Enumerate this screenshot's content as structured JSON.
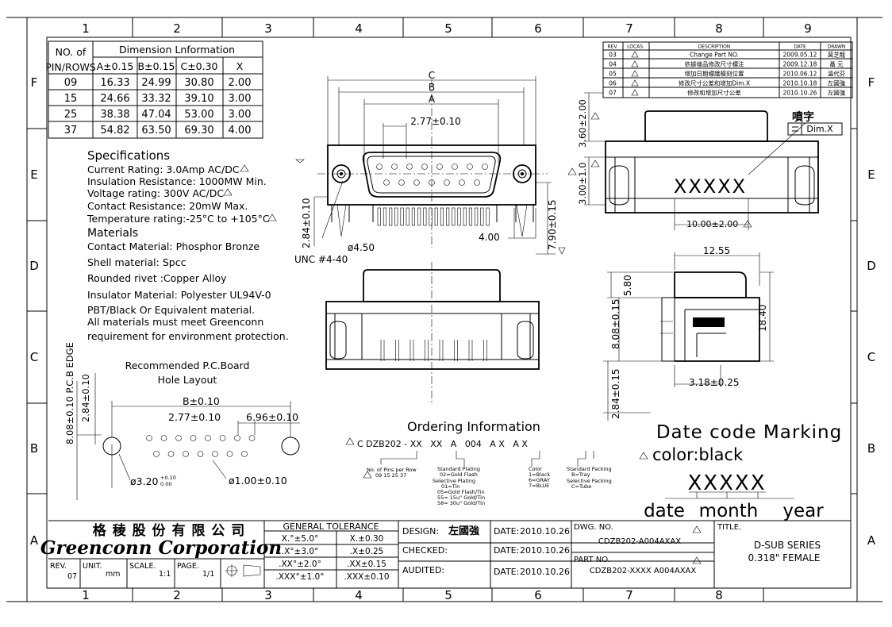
{
  "border": {
    "columns_top": [
      "1",
      "2",
      "3",
      "4",
      "5",
      "6",
      "7",
      "8",
      "9"
    ],
    "columns_bottom": [
      "1",
      "2",
      "3",
      "4",
      "5",
      "6",
      "7",
      "8"
    ],
    "rows": [
      "F",
      "E",
      "D",
      "C",
      "B",
      "A"
    ]
  },
  "dimension_table": {
    "header_no": "NO. of",
    "header_pinrows": "PIN/ROWS",
    "header_title": "Dimension Lnformation",
    "cols": [
      "A±0.15",
      "B±0.15",
      "C±0.30",
      "X"
    ],
    "rows": [
      [
        "09",
        "16.33",
        "24.99",
        "30.80",
        "2.00"
      ],
      [
        "15",
        "24.66",
        "33.32",
        "39.10",
        "3.00"
      ],
      [
        "25",
        "38.38",
        "47.04",
        "53.00",
        "3.00"
      ],
      [
        "37",
        "54.82",
        "63.50",
        "69.30",
        "4.00"
      ]
    ]
  },
  "revision_table": {
    "headers": [
      "REV.",
      "LOCAS.",
      "DESCRIPTION",
      "DATE",
      "DRAWN"
    ],
    "rows": [
      [
        "03",
        "",
        "Change Part NO.",
        "2009.05.12",
        "莫芝龍"
      ],
      [
        "04",
        "",
        "依據樣品修改尺寸標注",
        "2009.12.18",
        "聶 元"
      ],
      [
        "05",
        "",
        "增加日期標識模刻位置",
        "2010.06.12",
        "溫代芬"
      ],
      [
        "06",
        "",
        "修改尺寸公差和增加Dim.X",
        "2010.10.18",
        "左國強"
      ],
      [
        "07",
        "",
        "修改和增加尺寸公差",
        "2010.10.26",
        "左國強"
      ]
    ]
  },
  "specs": {
    "title": "Specifications",
    "lines": [
      "Current Rating: 3.0Amp AC/DC",
      "Insulation Resistance: 1000MW Min.",
      "Voltage rating: 300V AC/DC",
      "Contact Resistance: 20mW Max.",
      "Temperature rating:-25°C to +105°C"
    ],
    "materials_title": "Materials",
    "materials": [
      "Contact Material: Phosphor Bronze",
      "Shell material: Spcc",
      "Rounded rivet :Copper Alloy",
      "Insulator Material: Polyester UL94V-0",
      "PBT/Black  Or Equivalent material.",
      "All materials must meet Greenconn",
      "requirement for environment protection."
    ]
  },
  "front_view": {
    "C": "C",
    "B": "B",
    "A": "A",
    "pitch": "2.77±0.10",
    "dim_284": "2.84±0.10",
    "dim_450": "ø4.50",
    "unc": "UNC #4-40",
    "dim_400": "4.00",
    "dim_790": "7.90±0.15"
  },
  "side_view": {
    "dim_360": "3.60±2.00",
    "dim_300": "3.00±1.0",
    "dim_1000": "10.00±2.00",
    "marking": "XXXXX",
    "spray_label": "噴字",
    "dimx": "Dim.X"
  },
  "right_view": {
    "dim_1255": "12.55",
    "dim_580": "5.80",
    "dim_808": "8.08±0.15",
    "dim_1840": "18.40",
    "dim_318": "3.18±0.25",
    "dim_284": "2.84±0.15"
  },
  "pcb": {
    "title1": "Recommended P.C.Board",
    "title2": "Hole Layout",
    "edge": "8.08±0.10 P.C.B EDGE",
    "dim_284": "2.84±0.10",
    "dim_b": "B±0.10",
    "dim_277": "2.77±0.10",
    "dim_696": "6.96±0.10",
    "dim_320": "ø3.20",
    "dim_320_tol_up": "+0.10",
    "dim_320_tol_dn": "0.00",
    "dim_100": "ø1.00±0.10"
  },
  "ordering": {
    "title": "Ordering Information",
    "code": "C DZB202 - XX   XX   A   004   A X   A X",
    "pins_label": "No. of Pins per Row",
    "pins_values": "09 15 25 37",
    "plating_lines": [
      "Standard Plating",
      "02=Gold Flash",
      "Selective Plating",
      "01=Tin",
      "05=Gold Flash/Tin",
      "55= 15u\" Gold/Tin",
      "58= 30u\" Gold/Tin"
    ],
    "color_lines": [
      "Color",
      "1=Black",
      "6=GRAY",
      "7=BLUE"
    ],
    "packing_lines": [
      "Standard Packing",
      "B=Tray",
      "Selective Packing",
      "C=Tube"
    ]
  },
  "date_code": {
    "title": "Date code Marking",
    "color": "color:black",
    "code": "XXXXX",
    "date": "date",
    "month": "month",
    "year": "year"
  },
  "title_block": {
    "company_cn": "格 稜 股 份 有 限 公 司",
    "company_en": "Greenconn Corporation",
    "rev_label": "REV.",
    "rev": "07",
    "unit_label": "UNIT.",
    "unit": "mm",
    "scale_label": "SCALE.",
    "scale": "1:1",
    "page_label": "PAGE.",
    "page": "1/1",
    "tol_title": "GENERAL TOLERANCE",
    "tol_rows": [
      [
        "X.°±5.0°",
        "X.±0.30"
      ],
      [
        ".X°±3.0°",
        ".X±0.25"
      ],
      [
        ".XX°±2.0°",
        ".XX±0.15"
      ],
      [
        ".XXX°±1.0°",
        ".XXX±0.10"
      ]
    ],
    "design_label": "DESIGN:",
    "designer": "左國強",
    "checked_label": "CHECKED:",
    "audited_label": "AUDITED:",
    "date_label": "DATE:",
    "date1": "2010.10.26",
    "date2": "2010.10.26",
    "date3": "2010.10.26",
    "dwg_label": "DWG. NO.",
    "dwg_no": "CDZB202-A004AXAX",
    "part_label": "PART NO.",
    "part_no": "CDZB202-XXXX A004AXAX",
    "title_label": "TITLE.",
    "title1": "D-SUB SERIES",
    "title2": "0.318\" FEMALE"
  }
}
